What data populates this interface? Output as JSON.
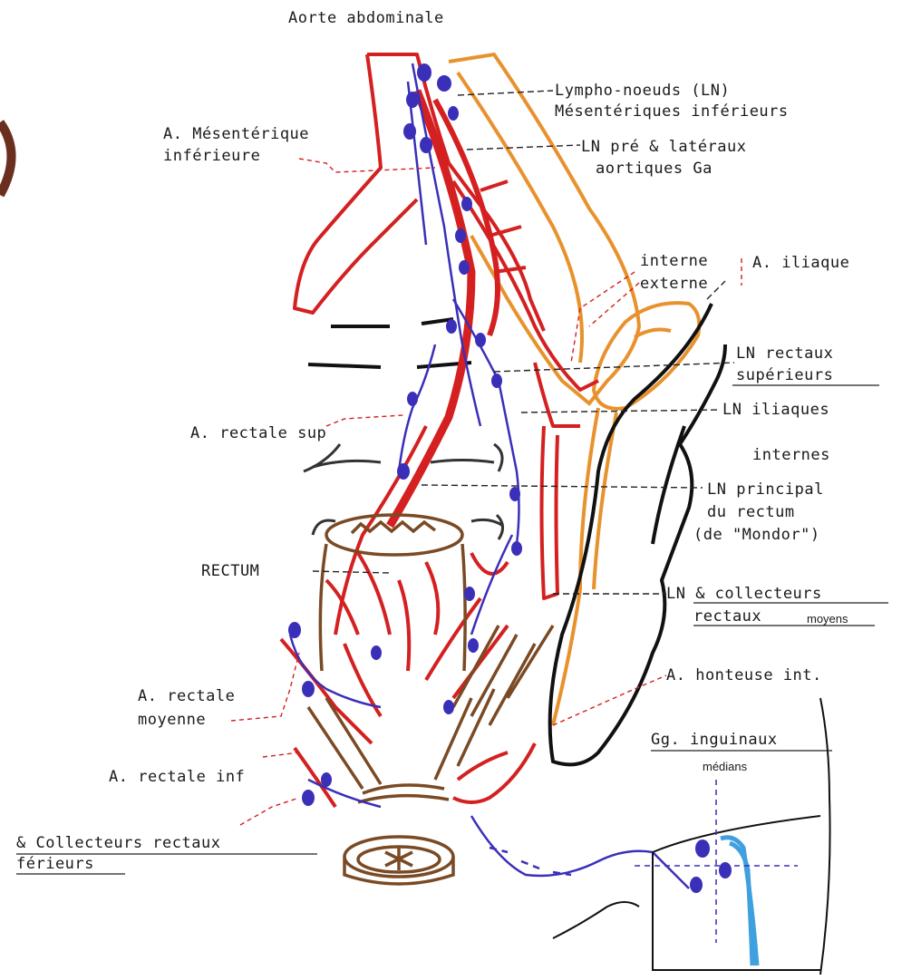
{
  "labels": {
    "aorta": "Aorte abdominale",
    "lymph_ln_1": "Lympho-noeuds (LN)",
    "lymph_ln_2": "Mésentériques inférieurs",
    "ams_1": "A. Mésentérique",
    "ams_2": "inférieure",
    "ln_pre_1": "LN pré & latéraux",
    "ln_pre_2": "aortiques Ga",
    "interne": "interne",
    "externe": "externe",
    "iliaque": "A. iliaque",
    "ln_rect_sup_1": "LN rectaux",
    "ln_rect_sup_2": "supérieurs",
    "ln_iliaques_1": "LN iliaques",
    "ln_iliaques_2": "internes",
    "a_rect_sup": "A. rectale sup",
    "ln_principal_1": "LN principal",
    "ln_principal_2": "du rectum",
    "ln_principal_3": "(de \"Mondor\")",
    "rectum": "RECTUM",
    "ln_coll_moy_1": "LN & collecteurs",
    "ln_coll_moy_2": "rectaux",
    "ln_coll_moy_3": "moyens",
    "honteuse": "A. honteuse int.",
    "a_rect_moy_1": "A. rectale",
    "a_rect_moy_2": "moyenne",
    "gg_ing_1": "Gg. inguinaux",
    "gg_ing_2": "médians",
    "a_rect_inf": "A. rectale inf",
    "coll_inf_1": "& Collecteurs rectaux",
    "coll_inf_2": "férieurs"
  },
  "colors": {
    "artery": "#d42020",
    "lymph": "#3a2fb8",
    "vein": "#e8922e",
    "muscle": "#7a4a24",
    "bone": "#111111",
    "inguinal_vessel": "#3fa0e0",
    "leader": "#222222"
  }
}
